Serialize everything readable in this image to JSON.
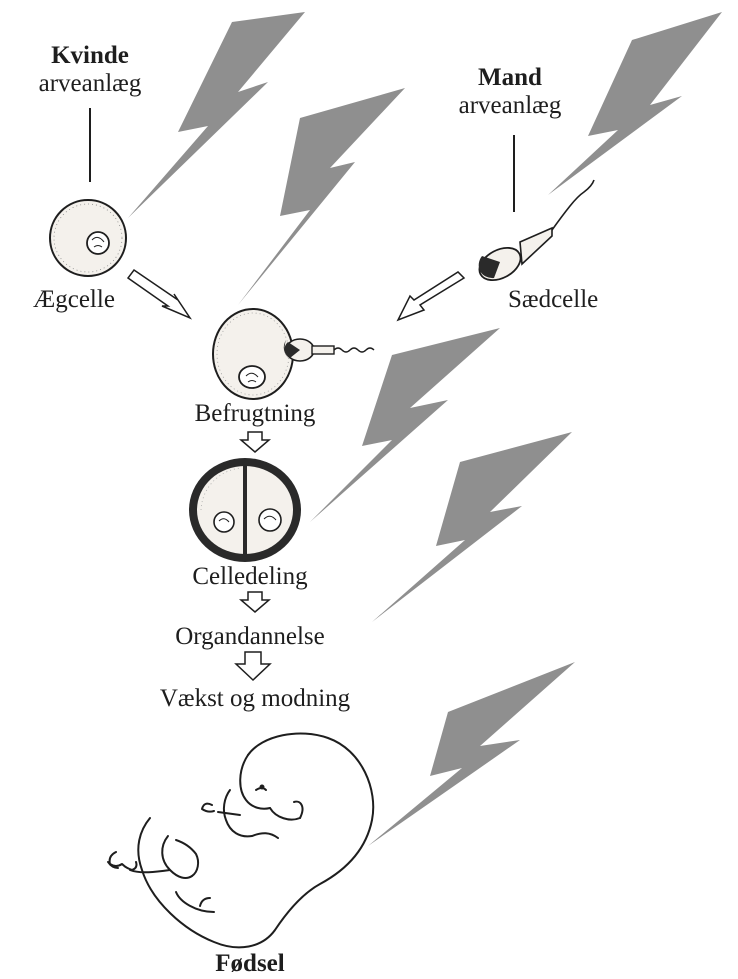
{
  "female": {
    "title": "Kvinde",
    "subtitle": "arveanlæg"
  },
  "male": {
    "title": "Mand",
    "subtitle": "arveanlæg"
  },
  "cells": {
    "egg": "Ægcelle",
    "sperm": "Sædcelle"
  },
  "stages": {
    "fertilization": "Befrugtning",
    "cell_division": "Celledeling",
    "organ_formation": "Organdannelse",
    "growth": "Vækst og modning",
    "birth": "Fødsel"
  },
  "colors": {
    "lightning": "#8f8f8f",
    "ink": "#1e1e1e",
    "dark_fill": "#2a2a2a"
  },
  "icons": [
    "egg-cell-icon",
    "sperm-cell-icon",
    "fertilized-egg-icon",
    "two-cell-embryo-icon",
    "fetus-icon",
    "lightning-bolt-icon",
    "down-arrow-icon",
    "diagonal-arrow-icon"
  ]
}
